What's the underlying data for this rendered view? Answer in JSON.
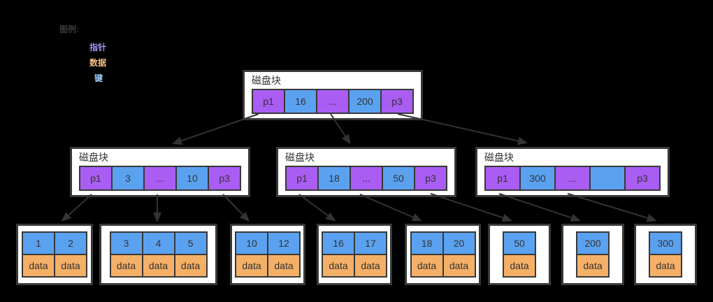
{
  "colors": {
    "bg": "#000000",
    "node_bg": "#ffffff",
    "border": "#383838",
    "arrow": "#333333",
    "label_text": "#333333",
    "pointer": "#a95df2",
    "key": "#5aa2f0",
    "data": "#f5b067",
    "legend_title": "#3a3a3a",
    "legend_pointer": "#9a97f2",
    "legend_data": "#f7bd85",
    "legend_key": "#9dcbf5"
  },
  "legend": {
    "title": "图例:",
    "items": [
      {
        "label": "指针",
        "type": "pointer"
      },
      {
        "label": "数据",
        "type": "data"
      },
      {
        "label": "键",
        "type": "key"
      }
    ]
  },
  "nodes": [
    {
      "label": "磁盘块",
      "cells": [
        {
          "text": "p1",
          "type": "pointer"
        },
        {
          "text": "16",
          "type": "key"
        },
        {
          "text": "...",
          "type": "pointer"
        },
        {
          "text": "200",
          "type": "key"
        },
        {
          "text": "p3",
          "type": "pointer"
        }
      ]
    },
    {
      "label": "磁盘块",
      "cells": [
        {
          "text": "p1",
          "type": "pointer"
        },
        {
          "text": "3",
          "type": "key"
        },
        {
          "text": "...",
          "type": "pointer"
        },
        {
          "text": "10",
          "type": "key"
        },
        {
          "text": "p3",
          "type": "pointer"
        }
      ]
    },
    {
      "label": "磁盘块",
      "cells": [
        {
          "text": "p1",
          "type": "pointer"
        },
        {
          "text": "18",
          "type": "key"
        },
        {
          "text": "...",
          "type": "pointer"
        },
        {
          "text": "50",
          "type": "key"
        },
        {
          "text": "p3",
          "type": "pointer"
        }
      ]
    },
    {
      "label": "磁盘块",
      "cells": [
        {
          "text": "p1",
          "type": "pointer"
        },
        {
          "text": "300",
          "type": "key"
        },
        {
          "text": "...",
          "type": "pointer"
        },
        {
          "text": "",
          "type": "key"
        },
        {
          "text": "p3",
          "type": "pointer"
        }
      ]
    }
  ],
  "leaves": [
    {
      "keys": [
        "1",
        "2"
      ]
    },
    {
      "keys": [
        "3",
        "4",
        "5"
      ]
    },
    {
      "keys": [
        "10",
        "12"
      ]
    },
    {
      "keys": [
        "16",
        "17"
      ]
    },
    {
      "keys": [
        "18",
        "20"
      ]
    },
    {
      "keys": [
        "50"
      ]
    },
    {
      "keys": [
        "200"
      ]
    },
    {
      "keys": [
        "300"
      ]
    }
  ],
  "data_cell_label": "data"
}
